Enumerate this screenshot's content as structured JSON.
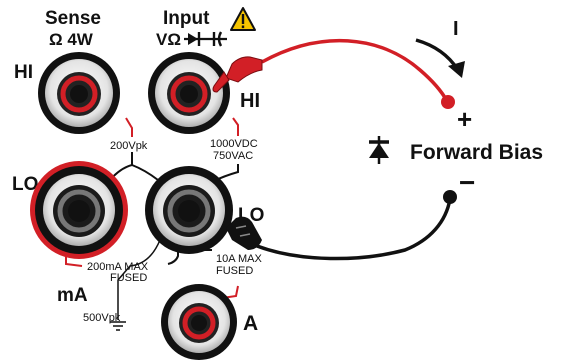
{
  "panel": {
    "sense_title": "Sense",
    "sense_subtitle": "Ω 4W",
    "input_title": "Input",
    "input_subtitle": "VΩ",
    "input_warning_icon": "warning-triangle-icon",
    "hi_left_label": "HI",
    "hi_right_label": "HI",
    "lo_left_label": "LO",
    "lo_right_label": "LO",
    "ma_label": "mA",
    "a_label": "A",
    "rating_200vpk": "200Vpk",
    "rating_1000vdc": "1000VDC",
    "rating_750vac": "750VAC",
    "rating_200ma_max": "200mA MAX",
    "rating_200ma_fused": "FUSED",
    "rating_10a_max": "10A MAX",
    "rating_10a_fused": "FUSED",
    "rating_500vpk": "500Vpk"
  },
  "circuit": {
    "current_label": "I",
    "plus_sign": "+",
    "minus_sign": "−",
    "component_label": "Forward Bias",
    "component_icon": "diode-icon"
  },
  "colors": {
    "probe_red": "#d21f26",
    "probe_black": "#111111",
    "terminal_ring": "#e8e8e8",
    "warning_yellow": "#f5c400"
  }
}
